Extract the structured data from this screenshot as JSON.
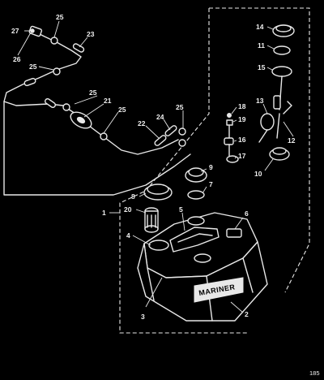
{
  "diagram": {
    "brand_text": "MARINER",
    "figure_code": "185",
    "callouts": {
      "c1": "1",
      "c2": "2",
      "c3": "3",
      "c4": "4",
      "c5": "5",
      "c6": "6",
      "c7": "7",
      "c8": "8",
      "c9": "9",
      "c10": "10",
      "c11": "11",
      "c12": "12",
      "c13": "13",
      "c14": "14",
      "c15": "15",
      "c16": "16",
      "c17": "17",
      "c18": "18",
      "c19": "19",
      "c20": "20",
      "c21": "21",
      "c22": "22",
      "c23": "23",
      "c24": "24",
      "c25a": "25",
      "c25b": "25",
      "c25c": "25",
      "c25d": "25",
      "c25e": "25",
      "c26": "26",
      "c27": "27"
    }
  }
}
